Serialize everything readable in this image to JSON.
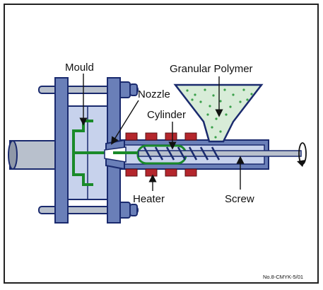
{
  "labels": {
    "mould": "Mould",
    "granular_polymer": "Granular Polymer",
    "nozzle": "Nozzle",
    "cylinder": "Cylinder",
    "heater": "Heater",
    "screw": "Screw",
    "reference_code": "No.8-CMYK-5/01"
  },
  "colors": {
    "steel_blue": "#6a7fb8",
    "steel_dark": "#1a2a6e",
    "mould_cavity": "#c7d2ec",
    "polymer_green": "#1a8a2a",
    "granule_green": "#3aa04a",
    "heater_red": "#b4262c",
    "hopper_fill": "#d8ecd8",
    "rod_gray": "#b8c0cc",
    "border": "#222222"
  }
}
